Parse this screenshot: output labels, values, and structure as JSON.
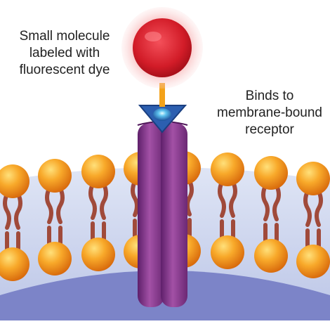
{
  "labels": {
    "molecule": [
      "Small molecule",
      "labeled with",
      "fluorescent dye"
    ],
    "receptor": [
      "Binds to",
      "membrane-bound",
      "receptor"
    ]
  },
  "colors": {
    "cell_interior": "#7e86c9",
    "membrane_band": "#c7d0ec",
    "lipid_head": "#f59a1a",
    "lipid_tail": "#a04a3a",
    "receptor": "#8a3a8f",
    "dye": "#d81e2a",
    "dye_glow": "#f7a5a6",
    "binding_site": "#2f6eb8",
    "linker": "#f3a21a"
  }
}
